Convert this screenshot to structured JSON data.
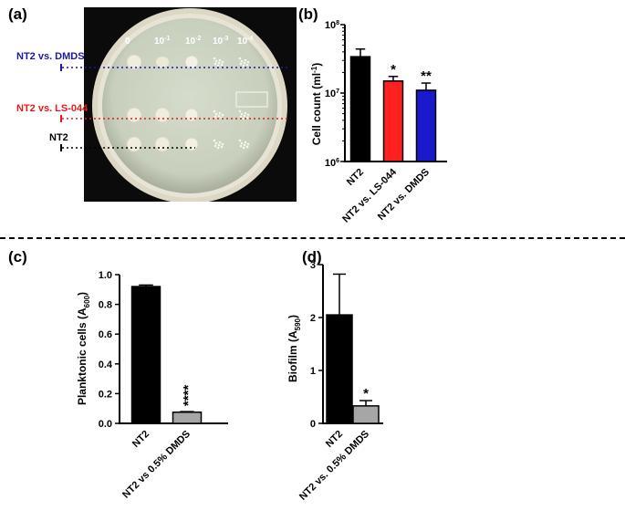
{
  "panels": {
    "a": "(a)",
    "b": "(b)",
    "c": "(c)",
    "d": "(d)"
  },
  "plate": {
    "dilutions": [
      "0",
      "10",
      "10",
      "10",
      "10"
    ],
    "dilution_exponents": [
      "",
      "-1",
      "-2",
      "-3",
      "-4"
    ],
    "rows": [
      {
        "label": "NT2 vs. DMDS",
        "color": "#1a1aa6"
      },
      {
        "label": "NT2 vs. LS-044",
        "color": "#e31b1b"
      },
      {
        "label": "NT2",
        "color": "#000000"
      }
    ]
  },
  "chart_data": [
    {
      "id": "b",
      "type": "bar",
      "categories": [
        "NT2",
        "NT2 vs. LS-044",
        "NT2 vs. DMDS"
      ],
      "values": [
        34000000,
        15000000,
        11000000
      ],
      "errors": [
        10000000,
        2500000,
        3000000
      ],
      "colors": [
        "#000000",
        "#ff2020",
        "#1a1acc"
      ],
      "significance": [
        "",
        "*",
        "**"
      ],
      "ylabel": "Cell count (ml",
      "ylabel_sup": "-1",
      "ylabel_end": ")",
      "yscale": "log",
      "ylim": [
        1000000,
        100000000
      ],
      "yticks": [
        {
          "base": "10",
          "exp": "6"
        },
        {
          "base": "10",
          "exp": "7"
        },
        {
          "base": "10",
          "exp": "8"
        }
      ]
    },
    {
      "id": "c",
      "type": "bar",
      "categories": [
        "NT2",
        "NT2 vs 0.5% DMDS"
      ],
      "values": [
        0.92,
        0.075
      ],
      "errors": [
        0.01,
        0.004
      ],
      "colors": [
        "#000000",
        "#a6a6a6"
      ],
      "significance": [
        "",
        "****"
      ],
      "ylabel": "Planktonic cells (A",
      "ylabel_sub": "600",
      "ylabel_end": ")",
      "ylim": [
        0,
        1.0
      ],
      "yticks": [
        "0.0",
        "0.2",
        "0.4",
        "0.6",
        "0.8",
        "1.0"
      ]
    },
    {
      "id": "d",
      "type": "bar",
      "categories": [
        "NT2",
        "NT2 vs. 0.5% DMDS"
      ],
      "values": [
        2.05,
        0.33
      ],
      "errors": [
        0.77,
        0.1
      ],
      "colors": [
        "#000000",
        "#a6a6a6"
      ],
      "significance": [
        "",
        "*"
      ],
      "ylabel": "Biofilm (A",
      "ylabel_sub": "590",
      "ylabel_end": ")",
      "ylim": [
        0,
        3
      ],
      "yticks": [
        "0",
        "1",
        "2",
        "3"
      ]
    }
  ]
}
